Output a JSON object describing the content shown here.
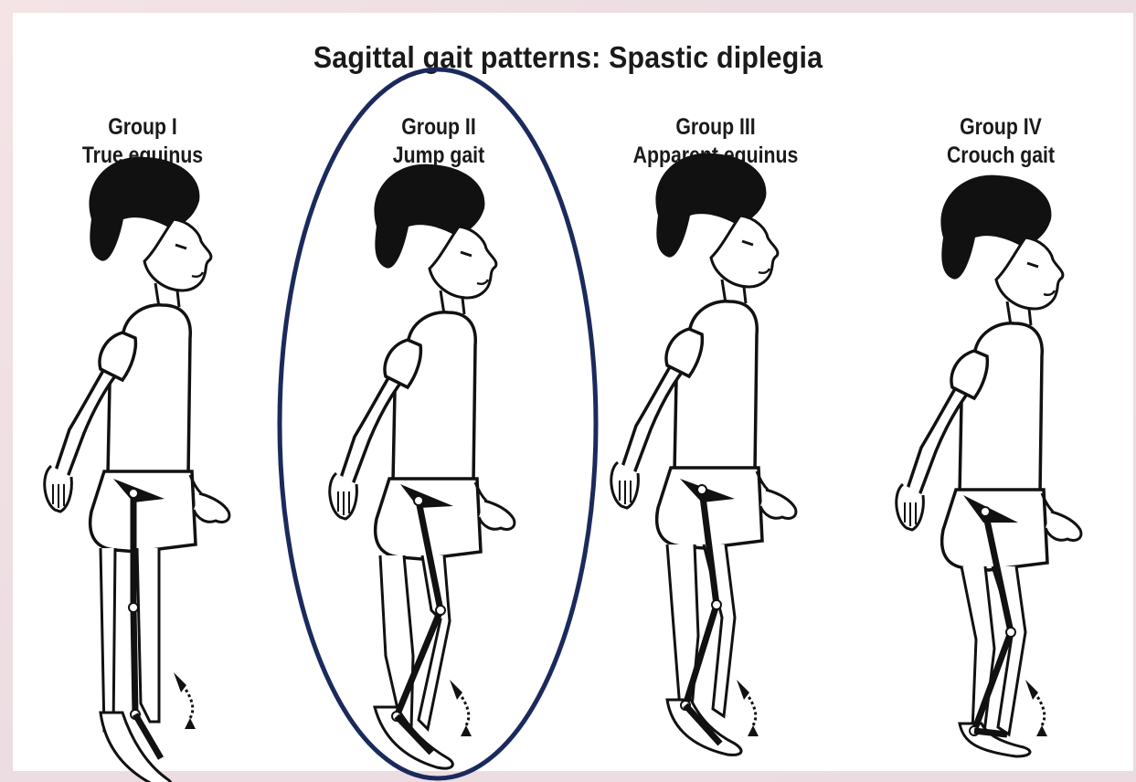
{
  "title": "Sagittal gait patterns: Spastic diplegia",
  "groups": [
    {
      "name": "Group I",
      "description": "True equinus"
    },
    {
      "name": "Group II",
      "description": "Jump gait"
    },
    {
      "name": "Group III",
      "description": "Apparent equinus"
    },
    {
      "name": "Group IV",
      "description": "Crouch gait"
    }
  ],
  "highlighted_group": "Group II",
  "colors": {
    "highlight_ellipse": "#1b2a5c",
    "ink": "#111111",
    "background": "#ffffff"
  }
}
